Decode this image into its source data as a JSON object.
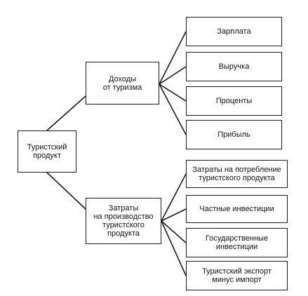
{
  "diagram": {
    "root": {
      "label": "Туристский\nпродукт"
    },
    "branches": [
      {
        "label": "Доходы\nот туризма",
        "children": [
          "Зарплата",
          "Выручка",
          "Проценты",
          "Прибыль"
        ]
      },
      {
        "label": "Затраты\nна производство\nтуристского\nпродукта",
        "children": [
          "Затраты на потребление\nтуристского продукта",
          "Частные инвестиции",
          "Государственные\nинвестиции",
          "Туристский экспорт\nминус импорт"
        ]
      }
    ]
  }
}
